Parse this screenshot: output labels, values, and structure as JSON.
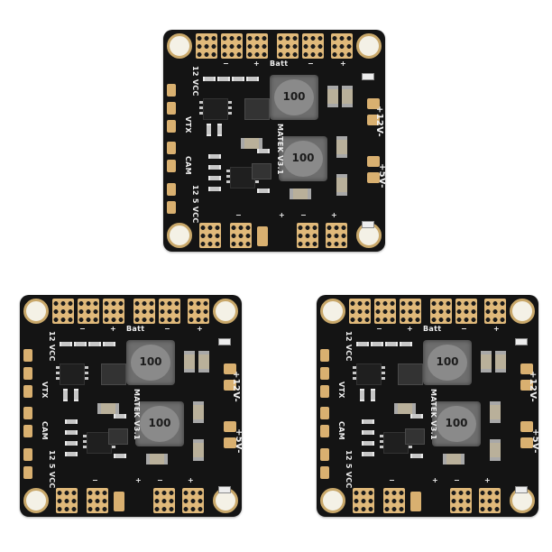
{
  "labels": {
    "inductor_value": "100",
    "board_name": "MATEK V3.1",
    "batt": "Batt",
    "vcc12": "12 VCC",
    "vtx": "VTX",
    "cam": "CAM",
    "vcc125": "12 5 VCC",
    "v12": "+12V-",
    "v5": "+5V-",
    "plus": "+",
    "minus": "−"
  },
  "colors": {
    "pcb": "#141414",
    "copper": "#e0b97a",
    "silk": "#f1f1f1"
  }
}
